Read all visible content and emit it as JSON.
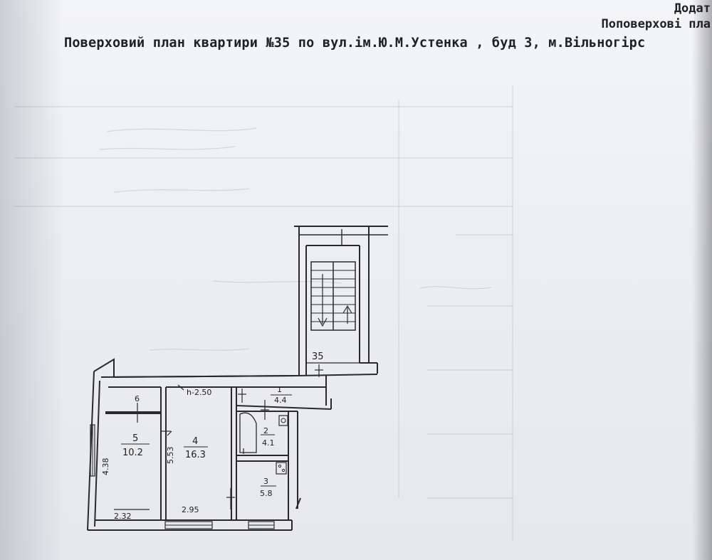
{
  "header": {
    "annex": "Додат",
    "floor_plans": "Поповерхові пла",
    "title": "Поверховий план квартири №35 по вул.ім.Ю.М.Устенка , буд 3, м.Вільногірс"
  },
  "plan": {
    "stair_number": "35",
    "ceiling_height": "h-2.50",
    "rooms": [
      {
        "number": "1",
        "area": "4.4"
      },
      {
        "number": "2",
        "area": "4.1"
      },
      {
        "number": "3",
        "area": "5.8"
      },
      {
        "number": "4",
        "area": "16.3"
      },
      {
        "number": "5",
        "area": "10.2"
      },
      {
        "number": "6",
        "area": ""
      }
    ],
    "dimensions": {
      "bottom_left": "2.32",
      "bottom_mid": "2.95",
      "left_side": "4.38",
      "room4_side": "5.53"
    }
  }
}
